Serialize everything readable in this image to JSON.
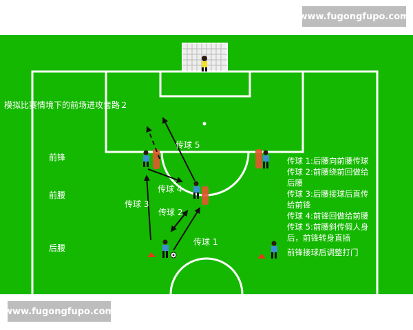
{
  "watermark_top": "www.fugongfupo.com",
  "watermark_bottom": "www.fugongfupo.com",
  "diagram": {
    "title": "模拟比赛情境下的前场进攻套路２",
    "rows": {
      "forward": "前锋",
      "midfield": "前腰",
      "back": "后腰"
    },
    "pass_labels": {
      "p1": "传球 1",
      "p2": "传球 2",
      "p3": "传球 3",
      "p4": "传球 4",
      "p5": "传球 5"
    },
    "notes": [
      "传球 1:后腰向前腰传球",
      "传球 2:前腰绕前回做给",
      "后腰",
      "传球 3:后腰接球后直传",
      "给前锋",
      "传球 4:前锋回做给前腰",
      "传球 5:前腰斜传假人身",
      "后，前锋转身直插"
    ],
    "finish_note": "前锋接球后调整打门"
  },
  "colors": {
    "pitch": "#15b800",
    "lines": "#ffffff",
    "watermark_bg": "#bdbdbd",
    "player_shirt": "#3f8fd8",
    "dummy": "#e2572e"
  }
}
